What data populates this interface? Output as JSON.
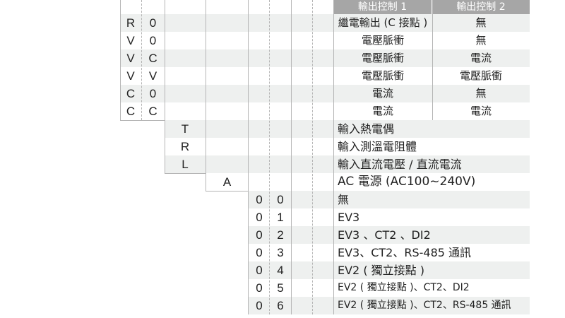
{
  "header": {
    "output1": "輸出控制 1",
    "output2": "輸出控制 2"
  },
  "output_rows": [
    {
      "c1": "R",
      "c2": "0",
      "out1": "繼電輸出 (C 接點 )",
      "out2": "無"
    },
    {
      "c1": "V",
      "c2": "0",
      "out1": "電壓脈衝",
      "out2": "無"
    },
    {
      "c1": "V",
      "c2": "C",
      "out1": "電壓脈衝",
      "out2": "電流"
    },
    {
      "c1": "V",
      "c2": "V",
      "out1": "電壓脈衝",
      "out2": "電壓脈衝"
    },
    {
      "c1": "C",
      "c2": "0",
      "out1": "電流",
      "out2": "無"
    },
    {
      "c1": "C",
      "c2": "C",
      "out1": "電流",
      "out2": "電流"
    }
  ],
  "input_rows": [
    {
      "code": "T",
      "desc": "輸入熱電偶"
    },
    {
      "code": "R",
      "desc": "輸入測溫電阻體"
    },
    {
      "code": "L",
      "desc": "輸入直流電壓 / 直流電流"
    }
  ],
  "power_rows": [
    {
      "code": "A",
      "desc": "AC 電源 (AC100~240V)"
    }
  ],
  "option_rows": [
    {
      "c1": "0",
      "c2": "0",
      "desc": "無"
    },
    {
      "c1": "0",
      "c2": "1",
      "desc": "EV3"
    },
    {
      "c1": "0",
      "c2": "2",
      "desc": "EV3 、CT2 、DI2"
    },
    {
      "c1": "0",
      "c2": "3",
      "desc": "EV3、CT2、RS-485 通訊"
    },
    {
      "c1": "0",
      "c2": "4",
      "desc": "EV2 ( 獨立接點 )"
    },
    {
      "c1": "0",
      "c2": "5",
      "desc": "EV2 ( 獨立接點 )、CT2、DI2"
    },
    {
      "c1": "0",
      "c2": "6",
      "desc": "EV2 ( 獨立接點 )、CT2、RS-485 通訊"
    }
  ]
}
